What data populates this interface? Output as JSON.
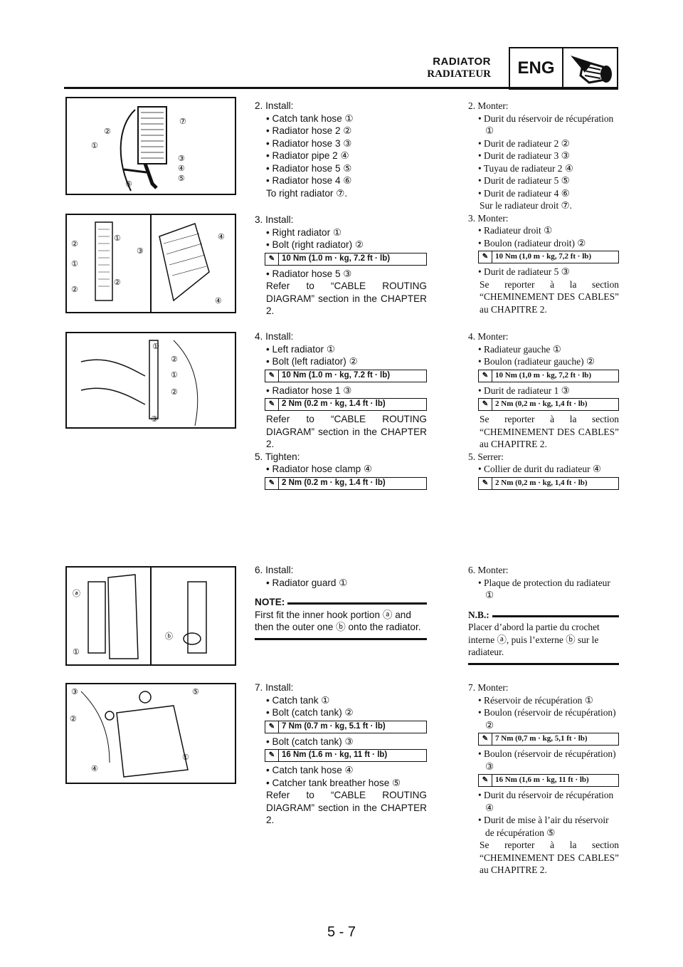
{
  "header": {
    "title": "RADIATOR",
    "subtitle": "RADIATEUR",
    "section_label": "ENG",
    "section_icon": "engine-icon"
  },
  "en": {
    "s2": {
      "step": "2. Install:",
      "i1": "Catch tank hose ①",
      "i2": "Radiator hose 2 ②",
      "i3": "Radiator hose 3 ③",
      "i4": "Radiator pipe 2 ④",
      "i5": "Radiator hose 5 ⑤",
      "i6": "Radiator hose 4 ⑥",
      "c1": "To right radiator ⑦."
    },
    "s3": {
      "step": "3. Install:",
      "i1": "Right radiator ①",
      "i2": "Bolt (right radiator) ②",
      "t1": "10 Nm (1.0 m · kg, 7.2 ft · lb)",
      "i3": "Radiator hose 5 ③",
      "c1": "Refer to “CABLE ROUTING DIAGRAM” section in the CHAPTER 2."
    },
    "s4": {
      "step": "4. Install:",
      "i1": "Left radiator ①",
      "i2": "Bolt (left radiator) ②",
      "t1": "10 Nm (1.0 m · kg, 7.2 ft · lb)",
      "i3": "Radiator hose 1 ③",
      "t2": "2 Nm (0.2 m · kg, 1.4 ft · lb)",
      "c1": "Refer to “CABLE ROUTING DIAGRAM” section in the CHAPTER 2."
    },
    "s5": {
      "step": "5. Tighten:",
      "i1": "Radiator hose clamp ④",
      "t1": "2 Nm (0.2 m · kg, 1.4 ft · lb)"
    },
    "s6": {
      "step": "6. Install:",
      "i1": "Radiator guard ①",
      "note_label": "NOTE:",
      "note": "First fit the inner hook portion ⓐ and then the outer one ⓑ onto the radiator."
    },
    "s7": {
      "step": "7. Install:",
      "i1": "Catch tank ①",
      "i2": "Bolt (catch tank) ②",
      "t1": "7 Nm (0.7 m · kg, 5.1 ft · lb)",
      "i3": "Bolt (catch tank) ③",
      "t2": "16 Nm (1.6 m · kg, 11 ft · lb)",
      "i4": "Catch tank hose ④",
      "i5": "Catcher tank breather hose ⑤",
      "c1": "Refer to “CABLE ROUTING DIAGRAM” section in the CHAPTER 2."
    }
  },
  "fr": {
    "s2": {
      "step": "2. Monter:",
      "i1": "Durit du réservoir de récupération ①",
      "i2": "Durit de radiateur 2 ②",
      "i3": "Durit de radiateur 3 ③",
      "i4": "Tuyau de radiateur 2 ④",
      "i5": "Durit de radiateur 5 ⑤",
      "i6": "Durit de radiateur 4 ⑥",
      "c1": "Sur le radiateur droit ⑦."
    },
    "s3": {
      "step": "3. Monter:",
      "i1": "Radiateur droit ①",
      "i2": "Boulon (radiateur droit) ②",
      "t1": "10 Nm (1,0 m · kg, 7,2 ft · lb)",
      "i3": "Durit de radiateur 5 ③",
      "c1": "Se reporter à la section “CHEMINEMENT DES CABLES” au CHAPITRE 2."
    },
    "s4": {
      "step": "4. Monter:",
      "i1": "Radiateur gauche ①",
      "i2": "Boulon (radiateur gauche) ②",
      "t1": "10 Nm (1,0 m · kg, 7,2 ft · lb)",
      "i3": "Durit de radiateur 1 ③",
      "t2": "2 Nm (0,2 m · kg, 1,4 ft · lb)",
      "c1": "Se reporter à la section “CHEMINEMENT DES CABLES” au CHAPITRE 2."
    },
    "s5": {
      "step": "5. Serrer:",
      "i1": "Collier de durit du radiateur ④",
      "t1": "2 Nm (0,2 m · kg, 1,4 ft · lb)"
    },
    "s6": {
      "step": "6. Monter:",
      "i1": "Plaque de protection du radiateur ①",
      "note_label": "N.B.:",
      "note": "Placer d’abord la partie du crochet interne ⓐ, puis l’externe ⓑ sur le radiateur."
    },
    "s7": {
      "step": "7. Monter:",
      "i1": "Réservoir de récupération ①",
      "i2": "Boulon (réservoir de récupération) ②",
      "t1": "7 Nm (0,7 m · kg, 5,1 ft · lb)",
      "i3": "Boulon (réservoir de récupération) ③",
      "t2": "16 Nm (1,6 m · kg, 11 ft · lb)",
      "i4": "Durit du réservoir de récupération ④",
      "i5": "Durit de mise à l’air du réservoir de récupération ⑤",
      "c1": "Se reporter à la section “CHEMINEMENT DES CABLES” au CHAPITRE 2."
    }
  },
  "figures": {
    "f1": [
      "②",
      "①",
      "⑦",
      "③",
      "④",
      "⑤",
      "⑥"
    ],
    "f2": [
      "②",
      "④",
      "①",
      "②",
      "③",
      "①",
      "④",
      "②"
    ],
    "f3": [
      "①",
      "②",
      "①",
      "②",
      "③"
    ],
    "f4": [
      "ⓐ",
      "ⓑ",
      "①"
    ],
    "f5": [
      "③",
      "⑤",
      "②",
      "①",
      "④"
    ]
  },
  "page_number": "5 - 7"
}
